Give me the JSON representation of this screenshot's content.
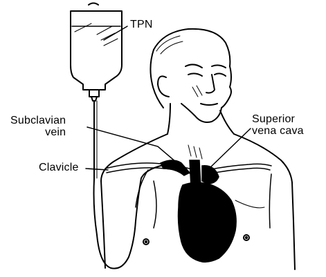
{
  "labels": {
    "tpn": "TPN",
    "subclavian_line1": "Subclavian",
    "subclavian_line2": "vein",
    "svc_line1": "Superior",
    "svc_line2": "vena cava",
    "clavicle": "Clavicle"
  },
  "colors": {
    "ink": "#000000",
    "paper": "#ffffff"
  }
}
